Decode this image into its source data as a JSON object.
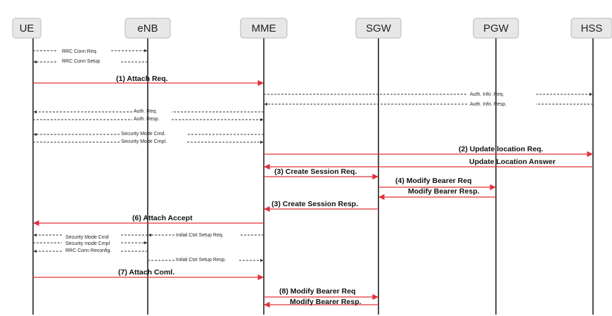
{
  "entities": [
    {
      "id": "ue",
      "label": "UE"
    },
    {
      "id": "enb",
      "label": "eNB"
    },
    {
      "id": "mme",
      "label": "MME"
    },
    {
      "id": "sgw",
      "label": "SGW"
    },
    {
      "id": "pgw",
      "label": "PGW"
    },
    {
      "id": "hss",
      "label": "HSS"
    }
  ],
  "messages": [
    {
      "id": "rrc-conn-req",
      "from": "ue",
      "to": "enb",
      "label": "RRC Conn Req.",
      "style": "dashed"
    },
    {
      "id": "rrc-conn-setup",
      "from": "enb",
      "to": "ue",
      "label": "RRC Conn Setup",
      "style": "dashed"
    },
    {
      "id": "attach-req",
      "from": "ue",
      "to": "mme",
      "label": "(1) Attach Req.",
      "style": "red"
    },
    {
      "id": "auth-info-req",
      "from": "mme",
      "to": "hss",
      "label": "Auth. Info .Req.",
      "style": "dashed"
    },
    {
      "id": "auth-info-resp",
      "from": "hss",
      "to": "mme",
      "label": "Auth. Info. Resp.",
      "style": "dashed"
    },
    {
      "id": "auth-req",
      "from": "mme",
      "to": "ue",
      "label": "Auth. Req.",
      "style": "dashed"
    },
    {
      "id": "auth-resp",
      "from": "ue",
      "to": "mme",
      "label": "Auth. Resp.",
      "style": "dashed"
    },
    {
      "id": "sec-mode-cmd",
      "from": "mme",
      "to": "ue",
      "label": "Security Mode Cmd.",
      "style": "dashed"
    },
    {
      "id": "sec-mode-cmpl",
      "from": "ue",
      "to": "mme",
      "label": "Security Mode Cmpl.",
      "style": "dashed"
    },
    {
      "id": "update-location-req",
      "from": "mme",
      "to": "hss",
      "label": "(2) Update location Req.",
      "style": "red"
    },
    {
      "id": "update-location-answer",
      "from": "hss",
      "to": "mme",
      "label": "Update Location Answer",
      "style": "red"
    },
    {
      "id": "create-session-req",
      "from": "mme",
      "to": "sgw",
      "label": "(3) Create Session Req.",
      "style": "red"
    },
    {
      "id": "modify-bearer-req-1",
      "from": "sgw",
      "to": "pgw",
      "label": "(4) Modify Bearer Req",
      "style": "red"
    },
    {
      "id": "modify-bearer-resp-1",
      "from": "pgw",
      "to": "sgw",
      "label": "Modify Bearer Resp.",
      "style": "red"
    },
    {
      "id": "create-session-resp",
      "from": "sgw",
      "to": "mme",
      "label": "(3) Create Session  Resp.",
      "style": "red"
    },
    {
      "id": "attach-accept",
      "from": "mme",
      "to": "ue",
      "label": "(6) Attach Accept",
      "style": "red"
    },
    {
      "id": "initial-ctxt-setup-req",
      "from": "mme",
      "to": "enb",
      "label": "Initial Ctxt Setup Req.",
      "style": "dashed"
    },
    {
      "id": "sec-mode-cmd-2",
      "from": "enb",
      "to": "ue",
      "label": "Security Mode  Cmd",
      "style": "dashed"
    },
    {
      "id": "sec-mode-cmpl-2",
      "from": "ue",
      "to": "enb",
      "label": "Security mode Cmpl",
      "style": "dashed"
    },
    {
      "id": "rrc-conn-reconfig",
      "from": "enb",
      "to": "ue",
      "label": "RRC Conn Reconfig.",
      "style": "dashed"
    },
    {
      "id": "initial-ctxt-setup-resp",
      "from": "enb",
      "to": "mme",
      "label": "Initial Ctxt Setup Resp.",
      "style": "dashed"
    },
    {
      "id": "attach-coml",
      "from": "ue",
      "to": "mme",
      "label": "(7) Attach Coml.",
      "style": "red"
    },
    {
      "id": "modify-bearer-req-2",
      "from": "mme",
      "to": "sgw",
      "label": "(8) Modify Bearer Req",
      "style": "red"
    },
    {
      "id": "modify-bearer-resp-2",
      "from": "sgw",
      "to": "mme",
      "label": "Modify Bearer Resp.",
      "style": "red"
    }
  ]
}
